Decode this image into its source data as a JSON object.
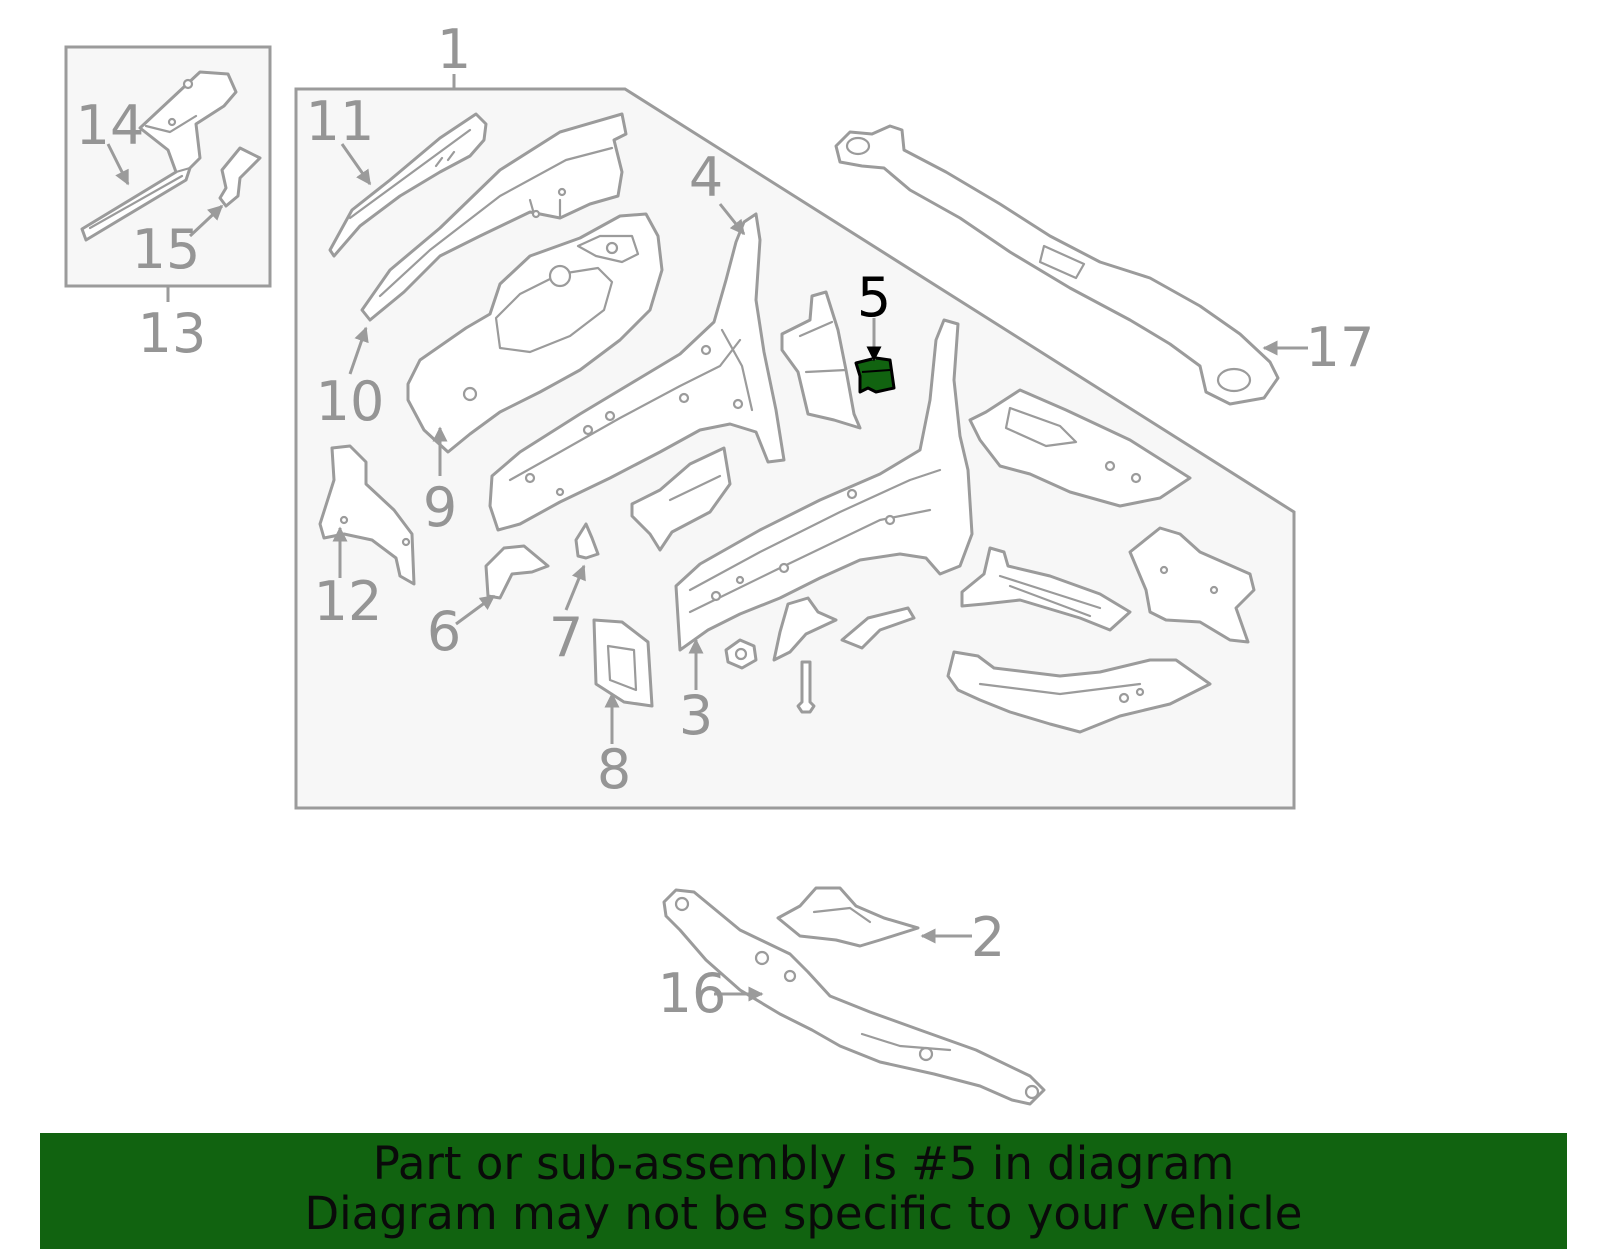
{
  "callouts": {
    "c1": "1",
    "c2": "2",
    "c3": "3",
    "c4": "4",
    "c5": "5",
    "c6": "6",
    "c7": "7",
    "c8": "8",
    "c9": "9",
    "c10": "10",
    "c11": "11",
    "c12": "12",
    "c13": "13",
    "c14": "14",
    "c15": "15",
    "c16": "16",
    "c17": "17"
  },
  "highlighted_part": "5",
  "colors": {
    "highlight": "#116310",
    "line": "#9b9b9b",
    "group_fill": "#f7f7f7"
  },
  "banner": {
    "line1": "Part or sub-assembly is #5 in diagram",
    "line2": "Diagram may not be specific to your vehicle"
  }
}
